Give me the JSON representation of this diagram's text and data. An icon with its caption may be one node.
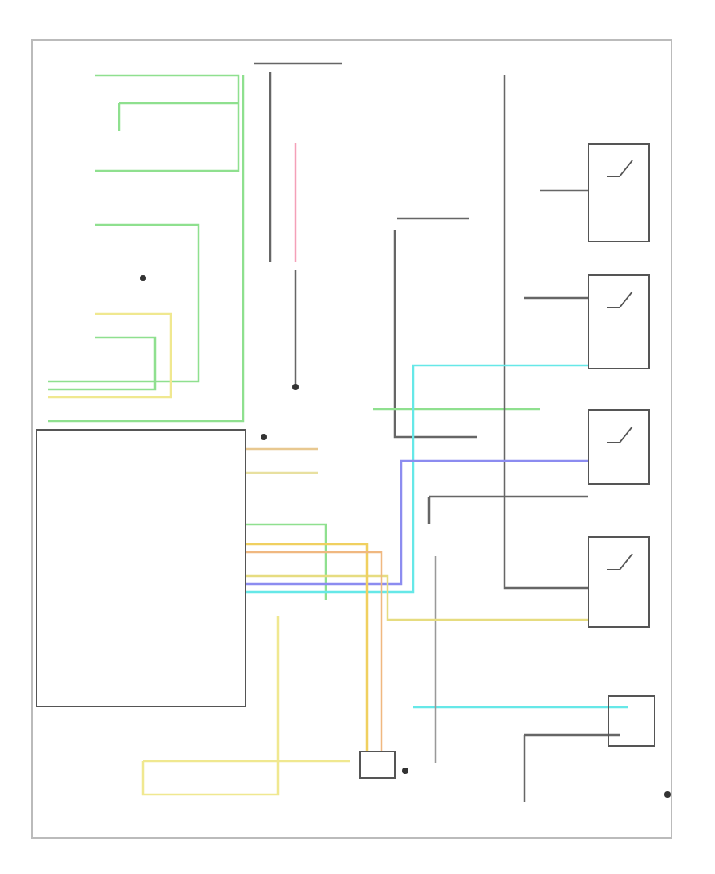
{
  "diagram": {
    "nodes": [
      {
        "text": [],
        "shape": "box"
      },
      {
        "text": [],
        "shape": "box"
      },
      {
        "text": [],
        "shape": "box"
      },
      {
        "text": [],
        "shape": "box"
      },
      {
        "text": [],
        "shape": "box"
      },
      {
        "text": [],
        "shape": "box"
      },
      {
        "text": [],
        "shape": "box"
      }
    ],
    "edges": [
      {
        "from": 0,
        "to": 2,
        "arrow": "none",
        "color": "#66e8e8"
      },
      {
        "from": 0,
        "to": 3,
        "arrow": "none",
        "color": "#8c8cf0"
      },
      {
        "from": 0,
        "to": 4,
        "arrow": "none",
        "color": "#e6dc80"
      },
      {
        "from": 0,
        "to": 5,
        "arrow": "none",
        "color": "#f0d060"
      },
      {
        "from": 0,
        "to": 5,
        "arrow": "none",
        "color": "#f0b880"
      }
    ]
  }
}
